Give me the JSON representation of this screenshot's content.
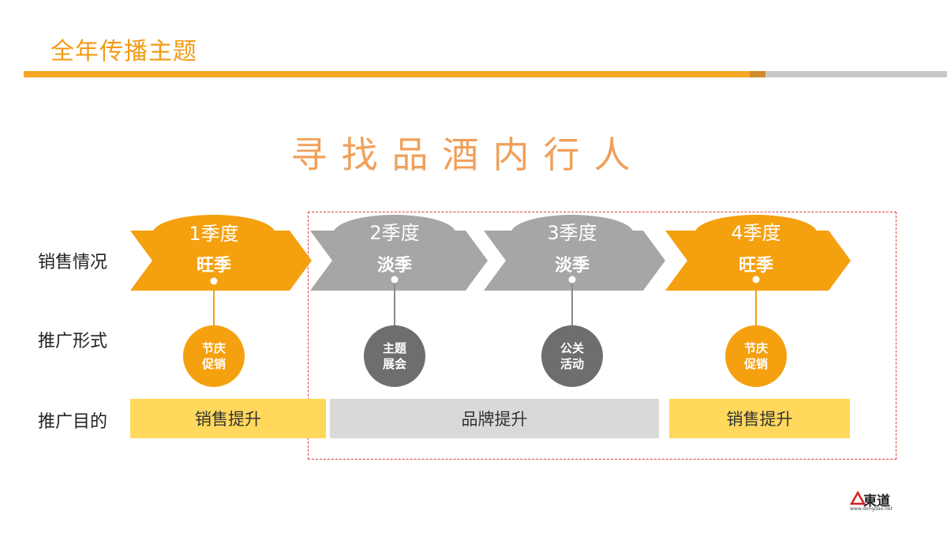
{
  "page_title": "全年传播主题",
  "headline": "寻找品酒内行人",
  "row_labels": {
    "sales": "销售情况",
    "form": "推广形式",
    "purpose": "推广目的"
  },
  "quarters": [
    {
      "label": "1季度",
      "season": "旺季",
      "form": "节庆促销",
      "color": "#F5A00F"
    },
    {
      "label": "2季度",
      "season": "淡季",
      "form": "主题展会",
      "color": "#A6A6A6"
    },
    {
      "label": "3季度",
      "season": "淡季",
      "form": "公关活动",
      "color": "#A6A6A6"
    },
    {
      "label": "4季度",
      "season": "旺季",
      "form": "节庆促销",
      "color": "#F5A00F"
    }
  ],
  "purposes": [
    {
      "label": "销售提升"
    },
    {
      "label": "品牌提升"
    },
    {
      "label": "销售提升"
    }
  ],
  "logo": {
    "text": "東道",
    "sub": "www.dongdao.net",
    "icon": "triangle-logo-icon"
  },
  "colors": {
    "accent_orange": "#F5A623",
    "headline_orange": "#F0A05A",
    "gray_chevron": "#A6A6A6",
    "yellow_box": "#FFD85C",
    "gray_box": "#D9D9D9",
    "dashed_red": "#E04040"
  }
}
